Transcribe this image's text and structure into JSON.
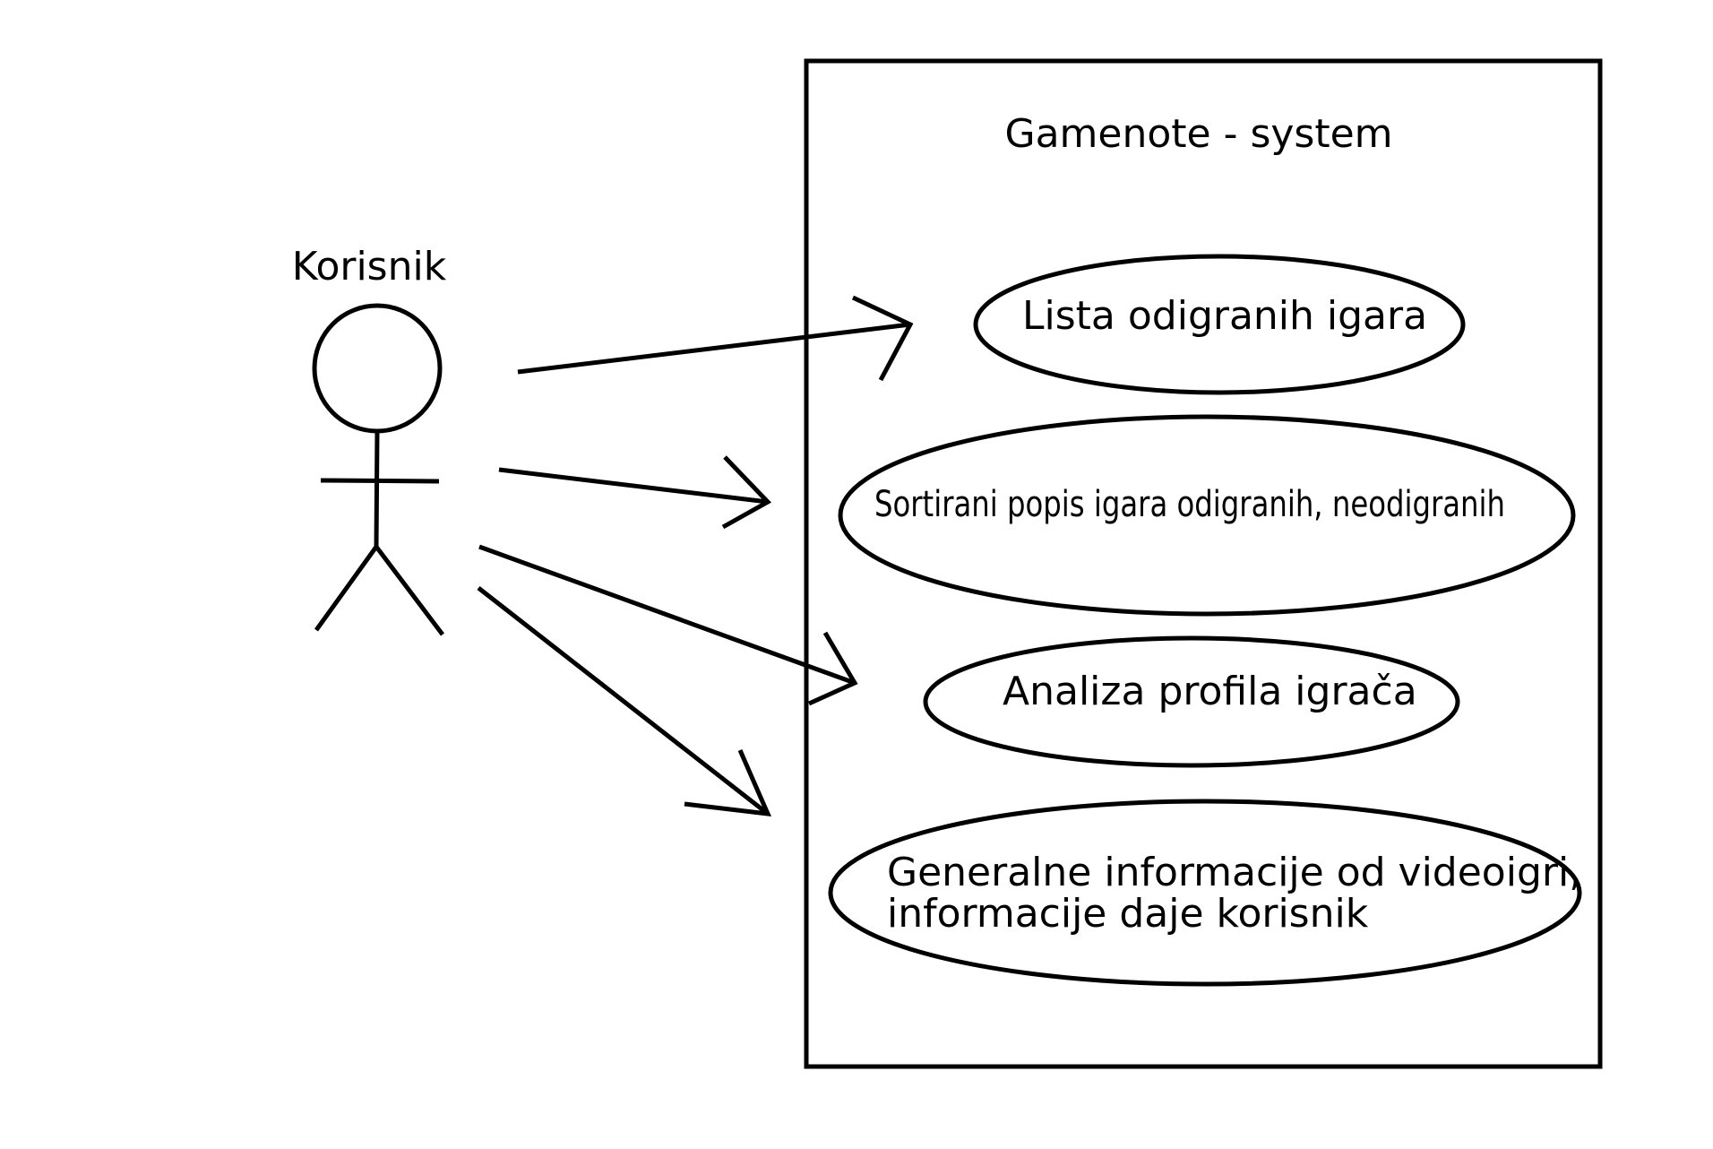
{
  "system": {
    "title": "Gamenote - system"
  },
  "actor": {
    "name": "Korisnik"
  },
  "use_cases": [
    {
      "id": "lista",
      "lines": [
        "Lista odigranih igara"
      ]
    },
    {
      "id": "sortirani",
      "lines": [
        "Sortirani popis igara odigranih, neodigranih"
      ]
    },
    {
      "id": "analiza",
      "lines": [
        "Analiza profila igrača"
      ]
    },
    {
      "id": "generalne",
      "lines": [
        "Generalne informacije od videoigri,",
        "informacije daje korisnik"
      ]
    }
  ],
  "colors": {
    "stroke": "#000000",
    "background": "#ffffff"
  }
}
